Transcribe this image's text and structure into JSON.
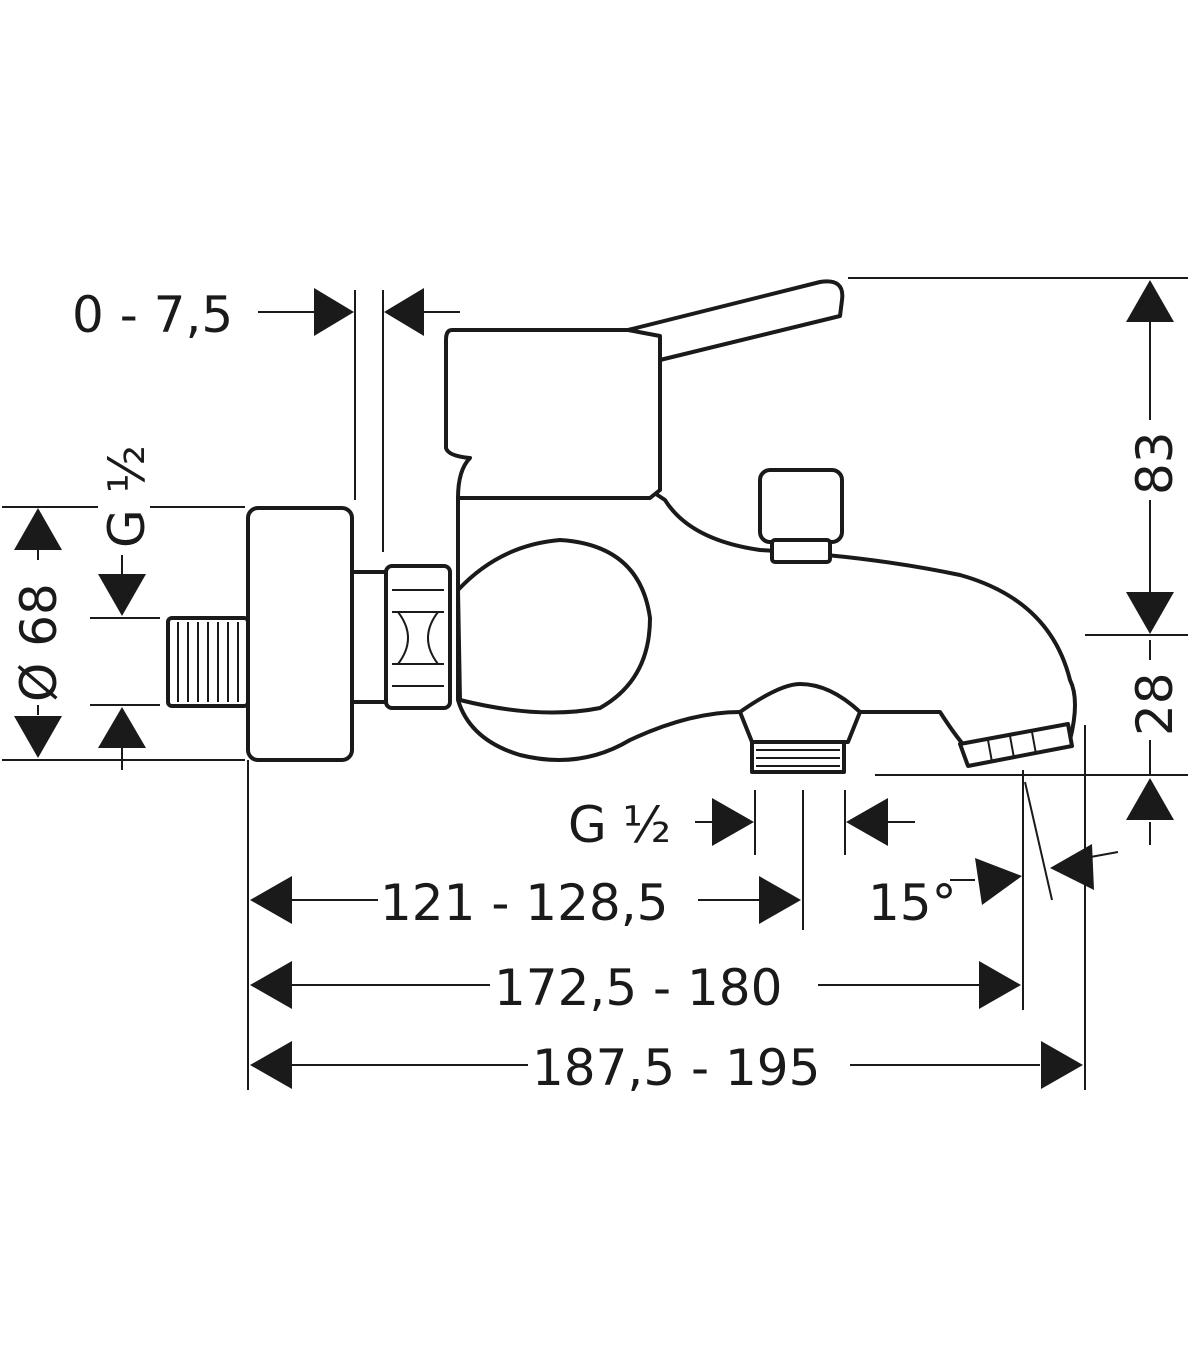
{
  "dimensions": {
    "offset": "0 - 7,5",
    "thread_top": "G ½",
    "thread_bottom": "G ½",
    "diameter": "Ø 68",
    "height_lever": "83",
    "height_spout": "28",
    "angle": "15°",
    "len_outlet": "121 - 128,5",
    "len_spout_tip": "172,5 - 180",
    "len_total": "187,5 - 195"
  }
}
